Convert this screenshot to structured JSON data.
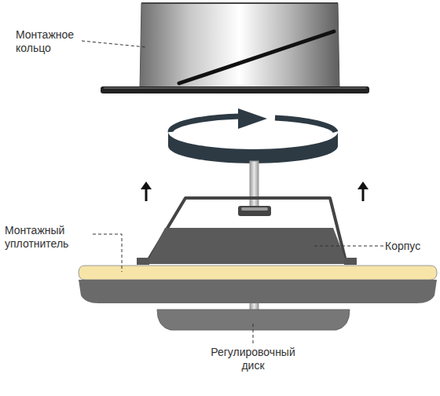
{
  "diagram": {
    "labels": [
      "Монтажное кольцо",
      "Монтажный уплотнитель",
      "Корпус",
      "Регулировочный диск"
    ]
  }
}
